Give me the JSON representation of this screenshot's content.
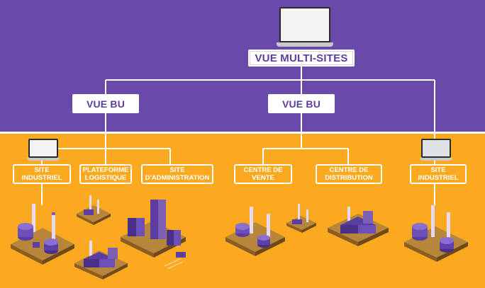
{
  "top": {
    "label": "VUE MULTI-SITES"
  },
  "bu": [
    {
      "label": "VUE BU"
    },
    {
      "label": "VUE BU"
    }
  ],
  "sites": [
    {
      "label": "SITE\nINDUSTRIEL"
    },
    {
      "label": "PLATEFORME\nLOGISTIQUE"
    },
    {
      "label": "SITE\nD'ADMINISTRATION"
    },
    {
      "label": "CENTRE DE\nVENTE"
    },
    {
      "label": "CENTRE DE\nDISTRIBUTION"
    },
    {
      "label": "SITE\nINDUSTRIEL"
    }
  ],
  "colors": {
    "purple": "#6a4aa8",
    "orange": "#fbaa20",
    "white": "#ffffff"
  },
  "icons": [
    "laptop-dashboard-icon",
    "factory-icon",
    "warehouse-icon",
    "office-building-icon"
  ]
}
